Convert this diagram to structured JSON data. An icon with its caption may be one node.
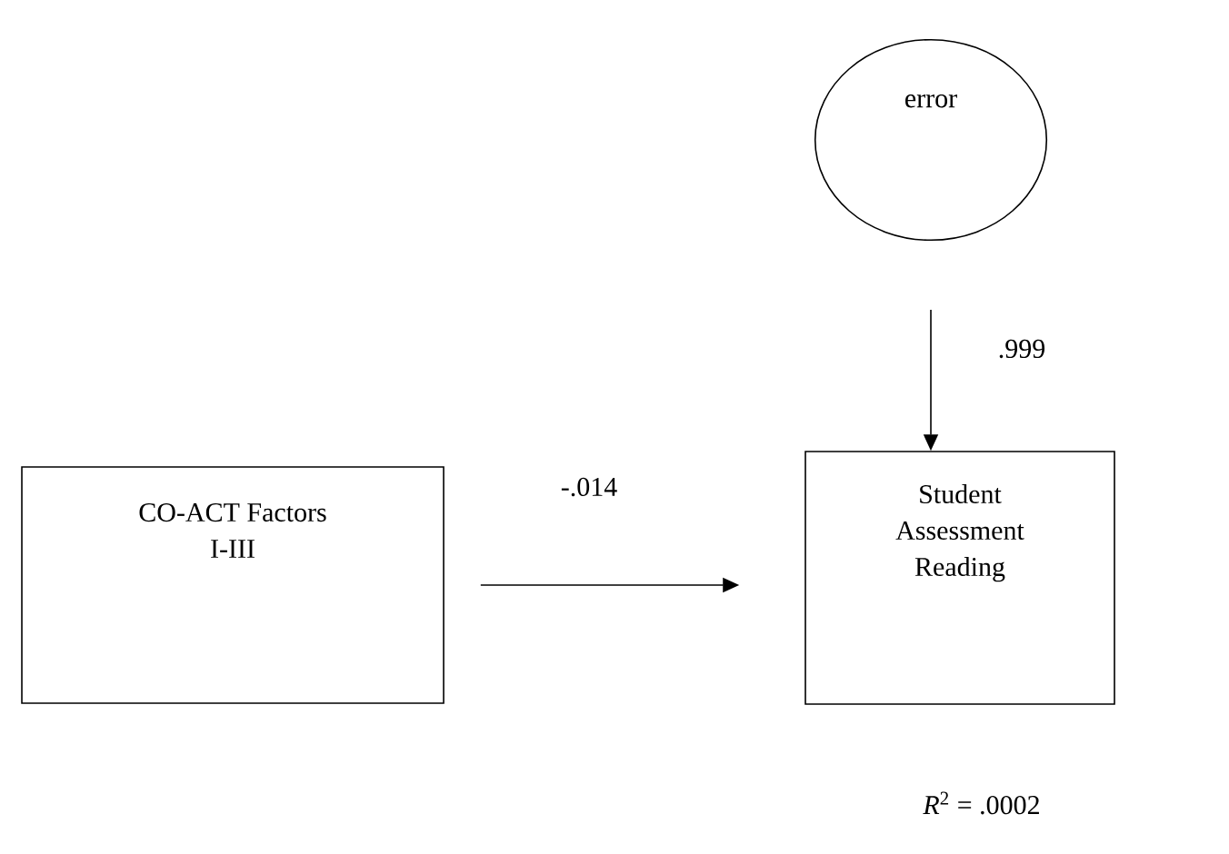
{
  "diagram": {
    "nodes": [
      {
        "text": [
          "error"
        ]
      },
      {
        "text": [
          "CO-ACT Factors I-III"
        ]
      },
      {
        "text": [
          "Student Assessment Reading"
        ],
        "beside": [
          "*R*$^{2}$ = .0002"
        ]
      }
    ],
    "edges": [
      {
        "from": 0,
        "to": 2,
        "arrow": "to",
        "label": ".999"
      },
      {
        "from": 1,
        "to": 2,
        "arrow": "to",
        "label": "-.014"
      }
    ]
  }
}
